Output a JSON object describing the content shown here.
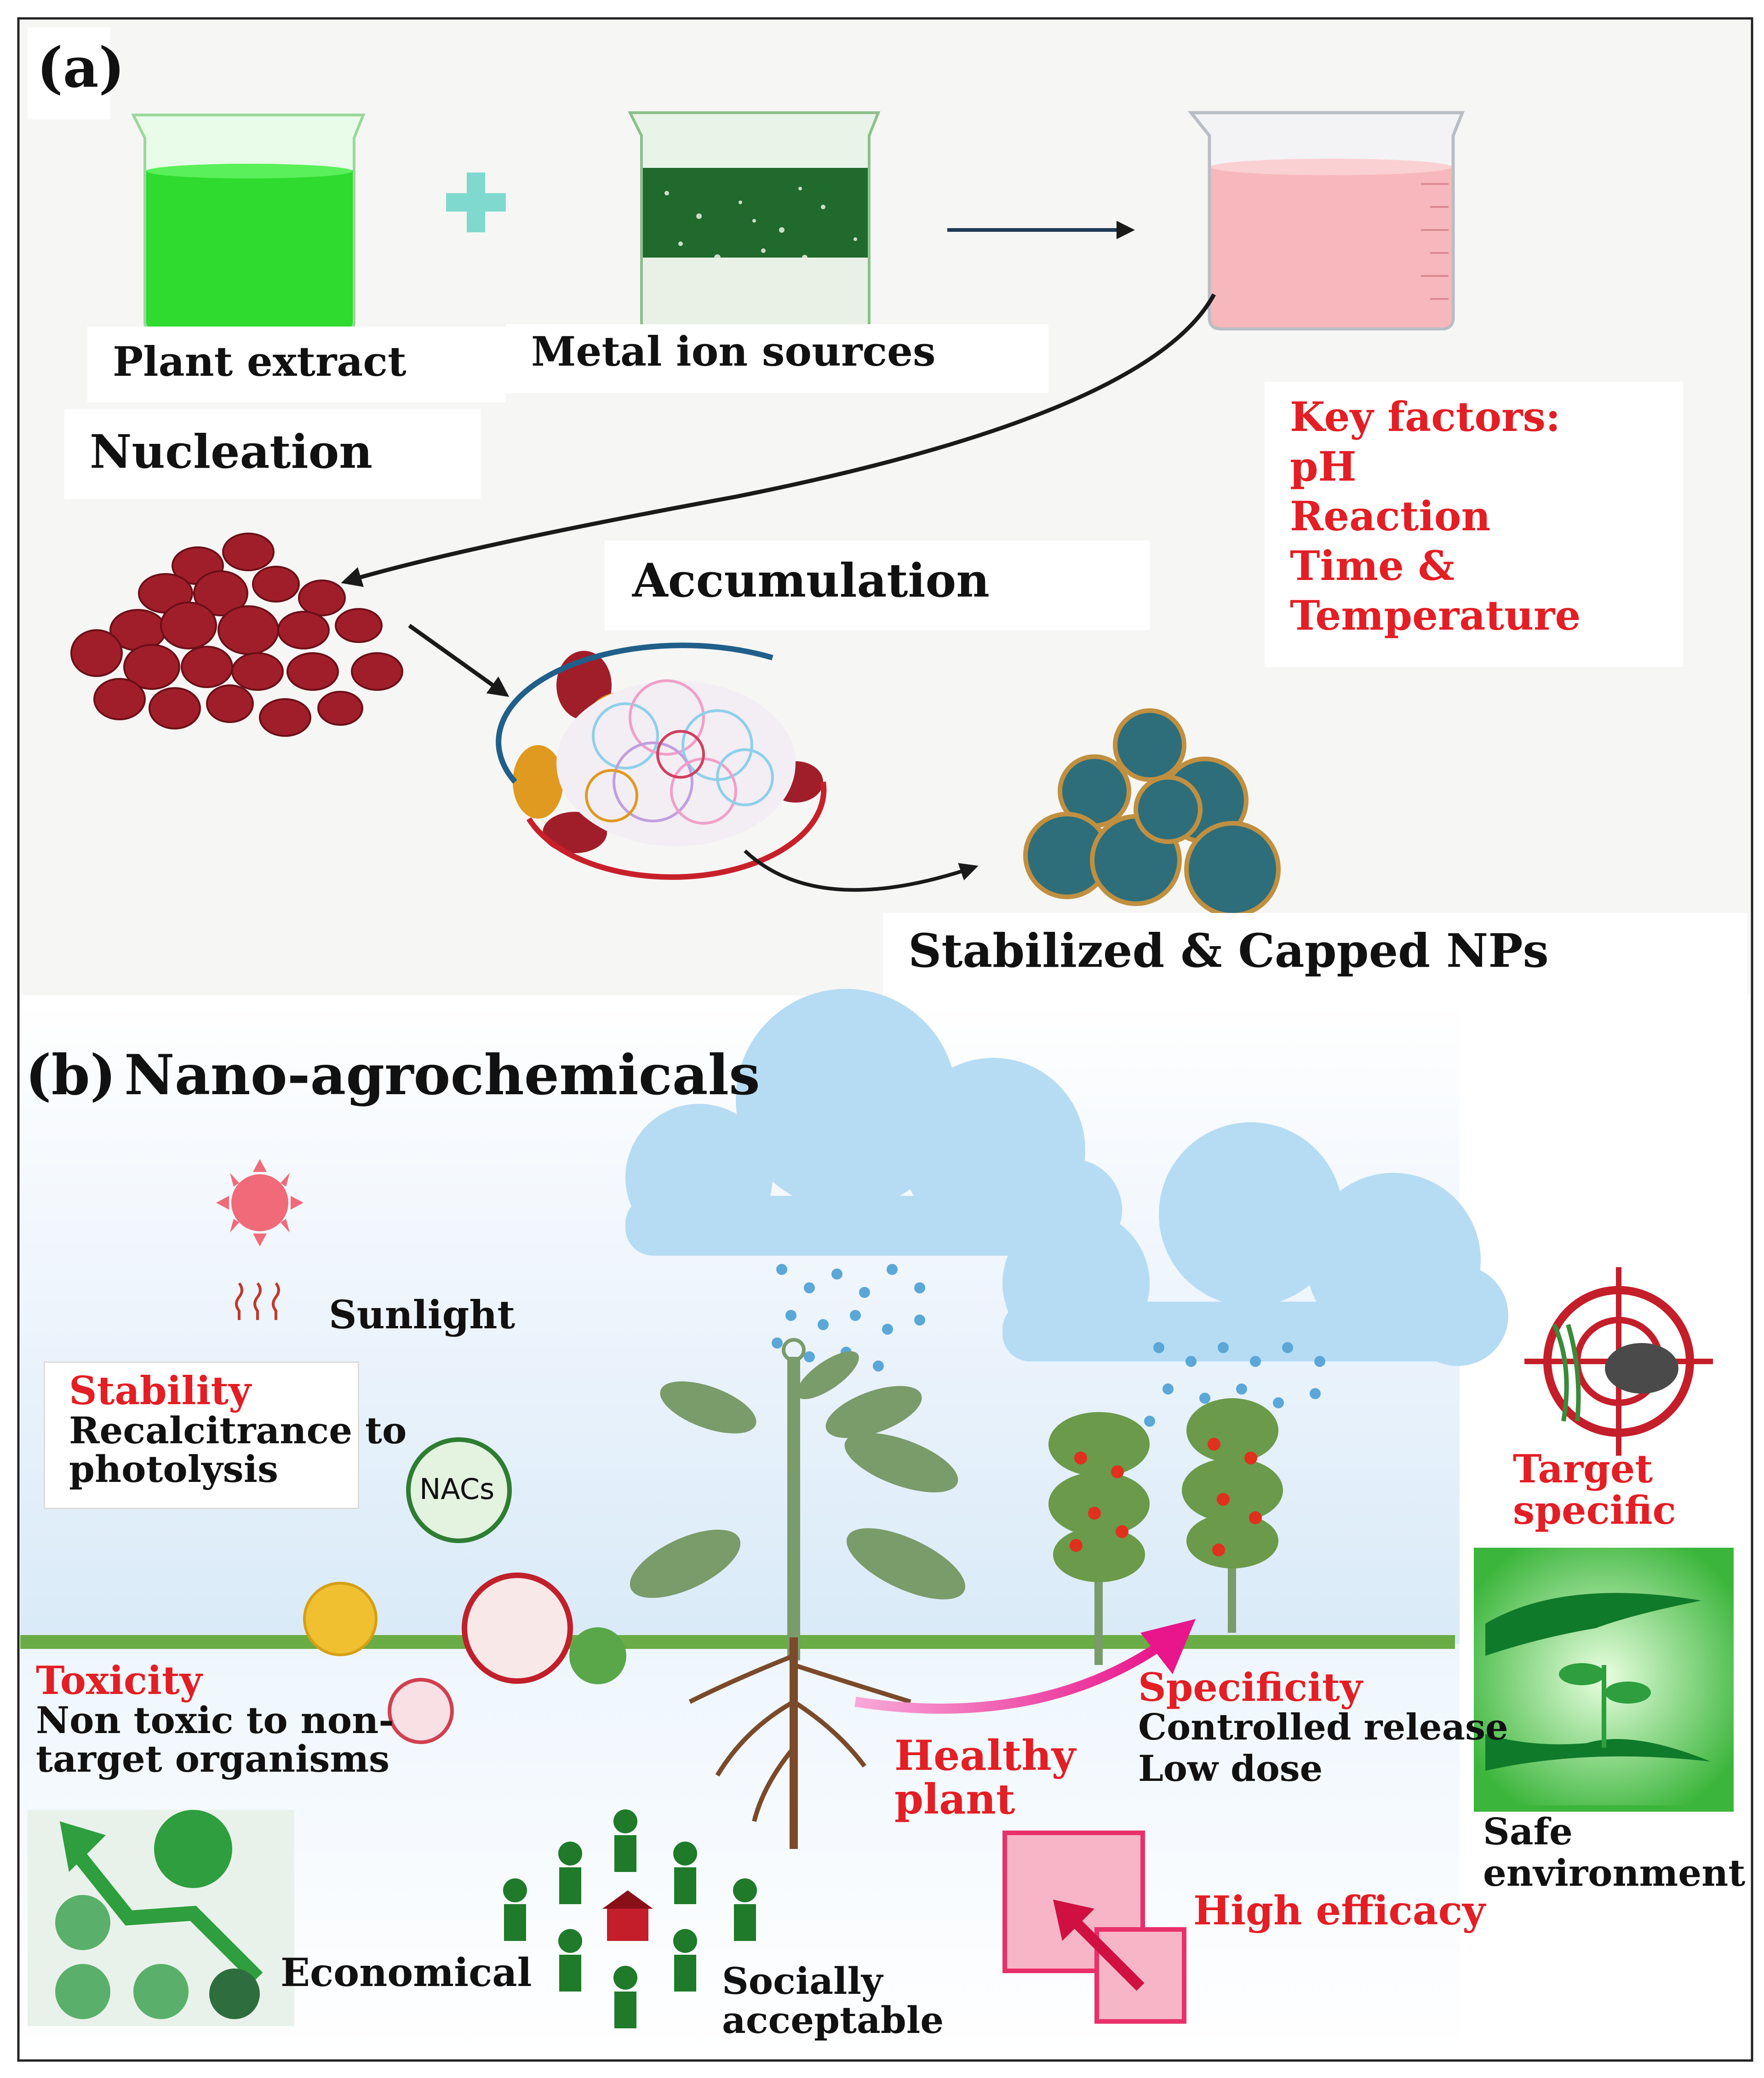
{
  "panel_a": {
    "tag": "(a)",
    "plant_extract": "Plant extract",
    "metal_ion_sources": "Metal ion sources",
    "nucleation": "Nucleation",
    "accumulation": "Accumulation",
    "key_factors": {
      "heading": "Key factors:",
      "lines": [
        "pH",
        "Reaction",
        "Time &",
        "Temperature"
      ]
    },
    "stabilized": "Stabilized & Capped NPs"
  },
  "panel_b": {
    "tag": "(b)",
    "title": "Nano-agrochemicals",
    "sunlight": "Sunlight",
    "stability": {
      "heading": "Stability",
      "lines": [
        "Recalcitrance to",
        "photolysis"
      ]
    },
    "nacs": "NACs",
    "toxicity": {
      "heading": "Toxicity",
      "lines": [
        "Non toxic to non-",
        "target organisms"
      ]
    },
    "healthy_plant": [
      "Healthy",
      "plant"
    ],
    "specificity": {
      "heading": "Specificity",
      "lines": [
        "Controlled release",
        "Low dose"
      ]
    },
    "target_specific": [
      "Target",
      "specific"
    ],
    "safe_environment": [
      "Safe",
      "environment"
    ],
    "high_efficacy": "High efficacy",
    "economical": "Economical",
    "socially_acceptable": [
      "Socially",
      "acceptable"
    ]
  },
  "colors": {
    "green_liquid": "#2edb2e",
    "pink_liquid": "#f6b8bc",
    "red_label": "#e31e24",
    "nanoparticle": "#a01e2a",
    "cloud": "#b6dcf4",
    "ground": "#6aac45",
    "magenta_arrow": "#e8168a"
  }
}
